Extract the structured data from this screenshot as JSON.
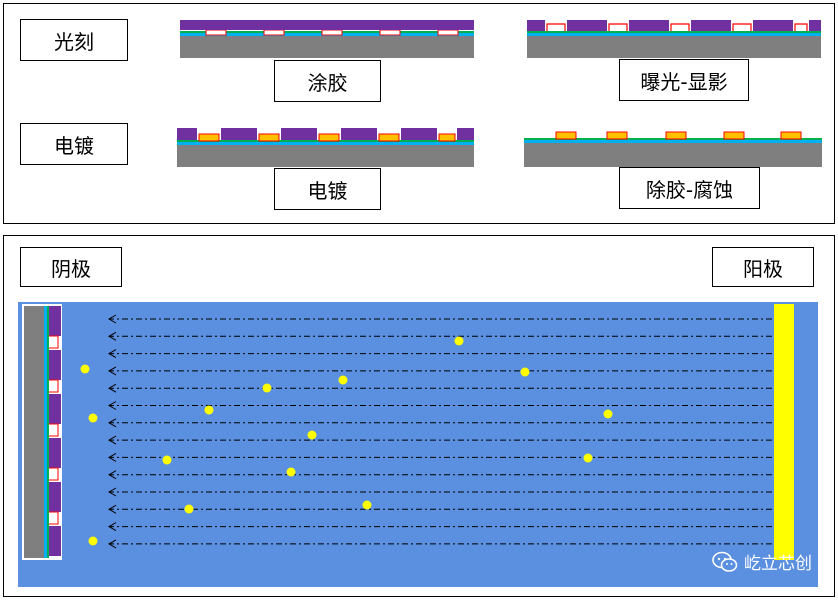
{
  "process": {
    "row1_category": "光刻",
    "row2_category": "电镀",
    "step_coat": "涂胶",
    "step_expose": "曝光-显影",
    "step_plate": "电镀",
    "step_strip": "除胶-腐蚀"
  },
  "bath": {
    "cathode_label": "阴极",
    "anode_label": "阳极",
    "watermark": "屹立芯创"
  },
  "colors": {
    "substrate": "#7f7f7f",
    "photoresist": "#7030a0",
    "copper_line": "#ff0000",
    "seed_green": "#00b050",
    "seed_blue": "#00b0f0",
    "plated_metal": "#ffc000",
    "electrolyte": "#5b8fe0",
    "anode": "#ffff00",
    "ion": "#ffff00"
  }
}
